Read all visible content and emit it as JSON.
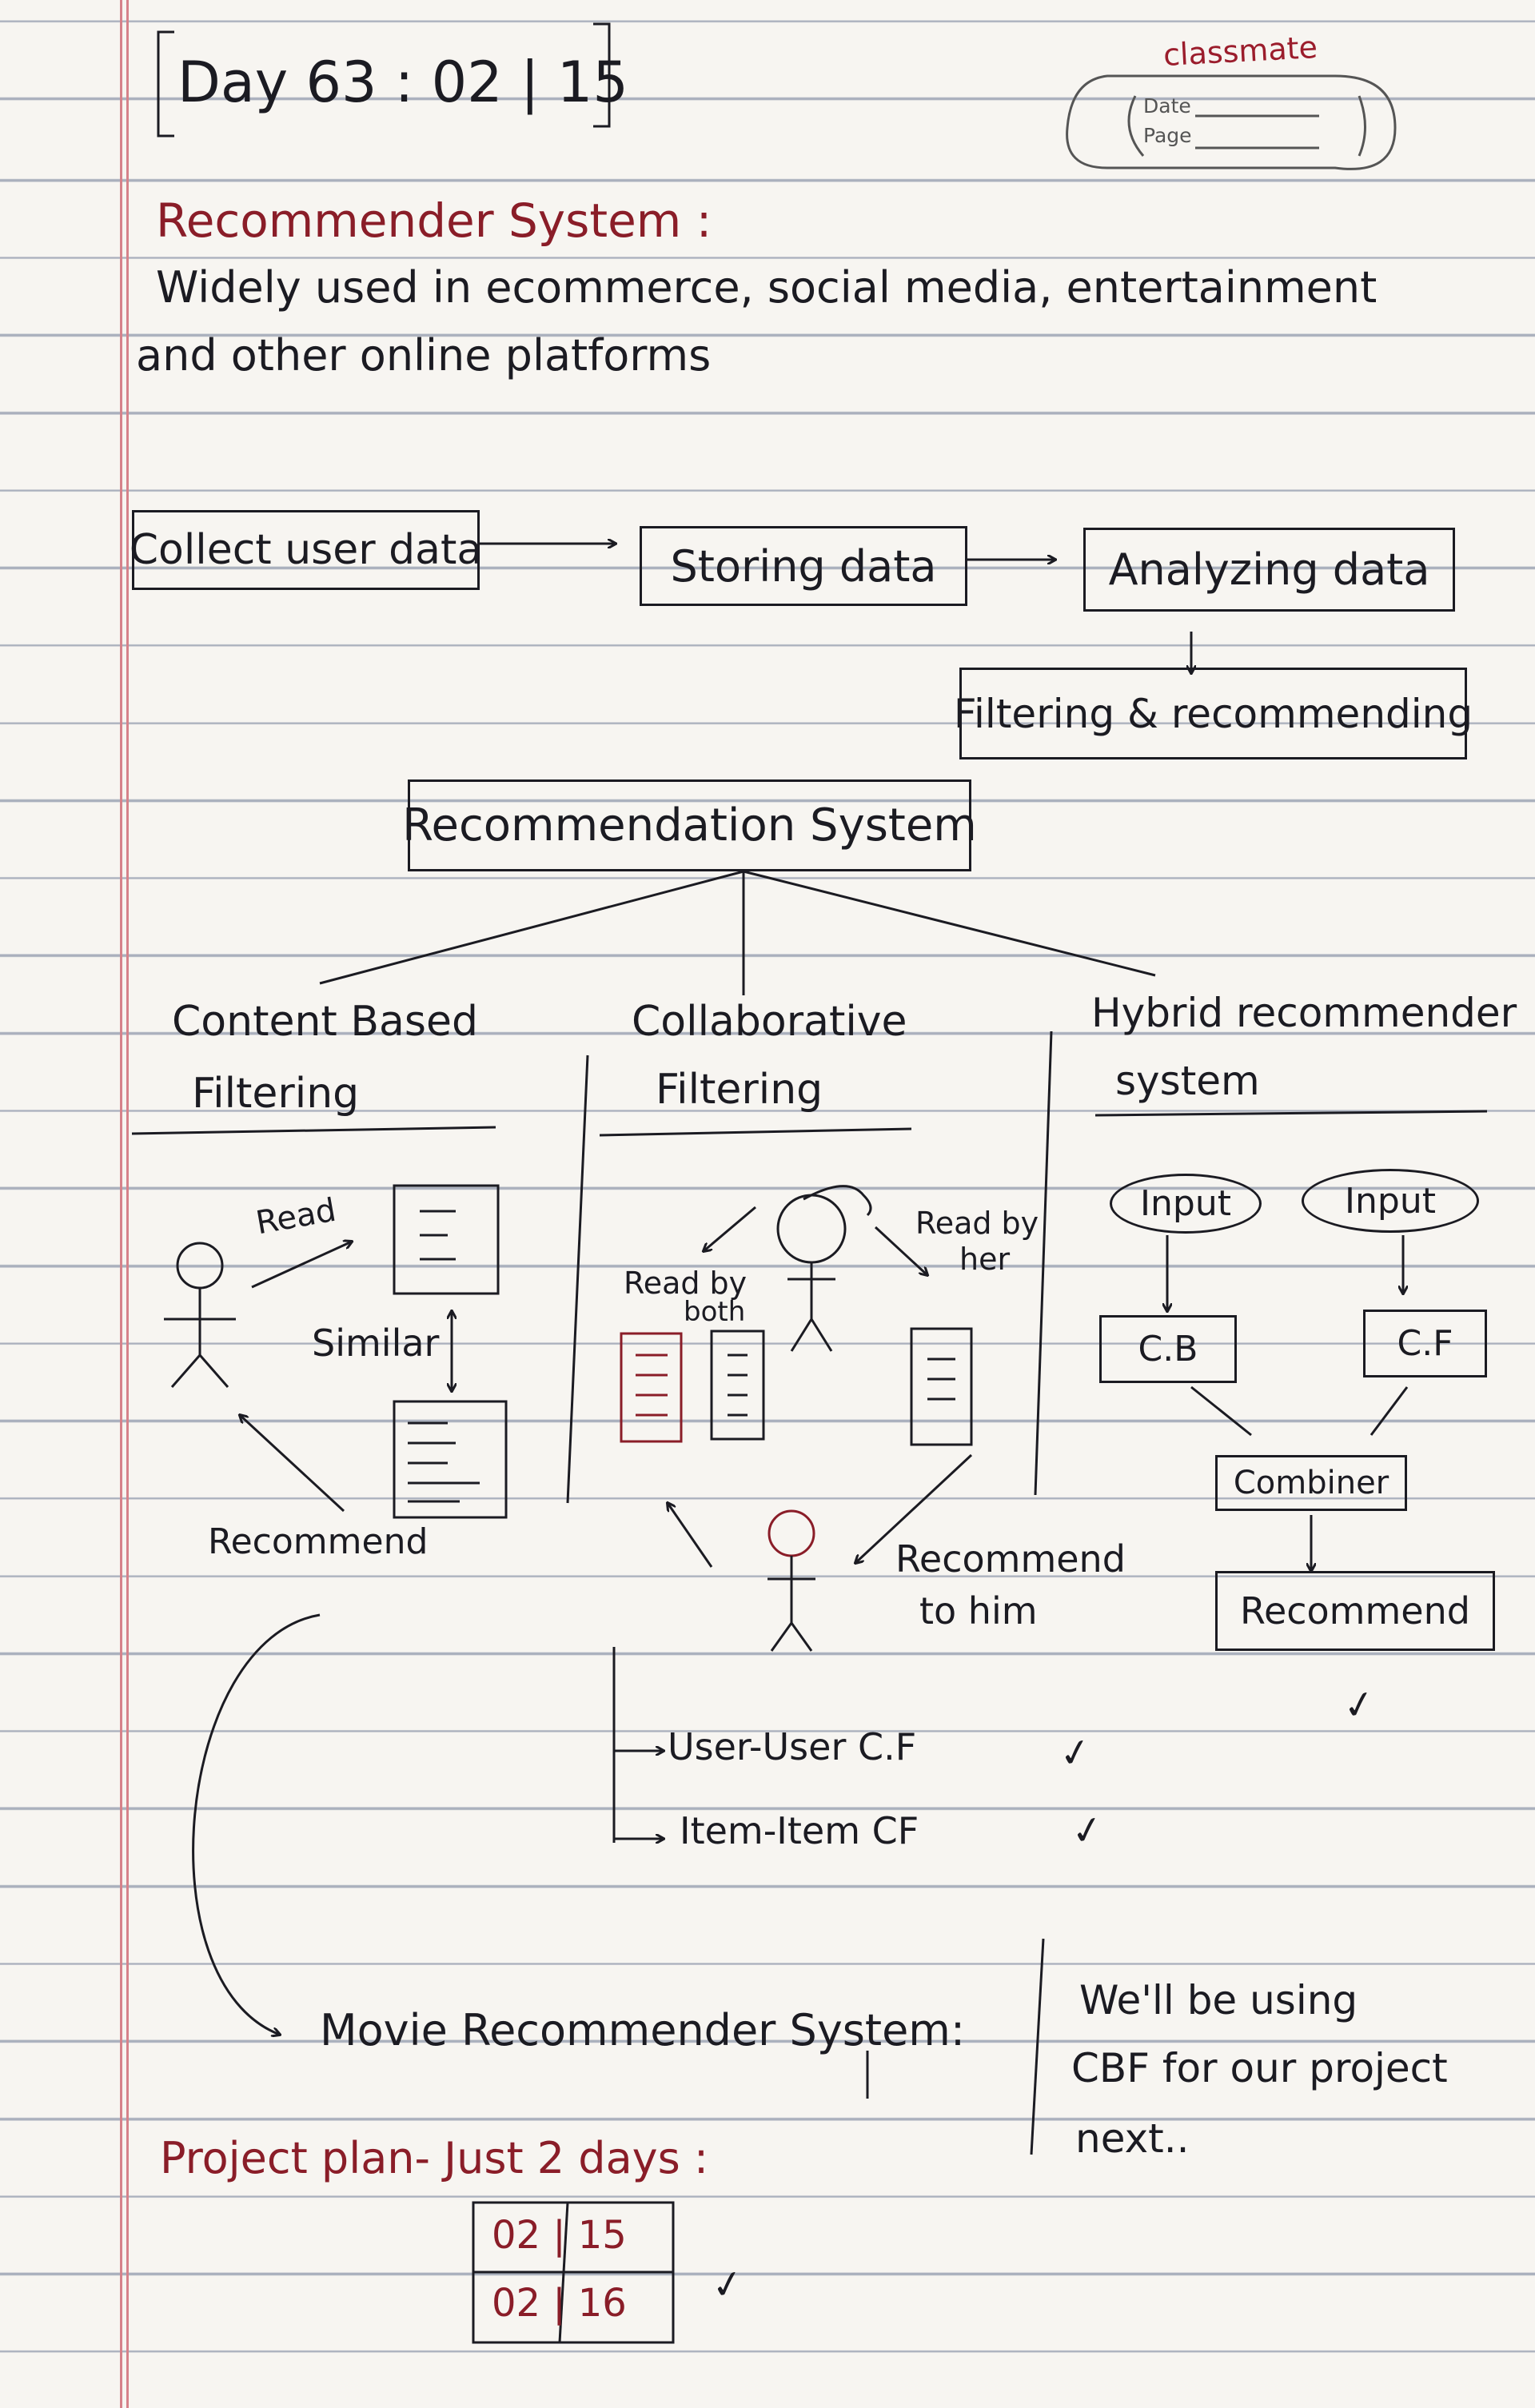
{
  "header": {
    "day_label": "Day 63 : 02 | 15",
    "stamp_brand": "classmate",
    "stamp_date_label": "Date",
    "stamp_page_label": "Page"
  },
  "intro": {
    "title": "Recommender System :",
    "line1": "Widely used in ecommerce, social media, entertainment",
    "line2": "and other online platforms"
  },
  "pipeline": {
    "step1": "Collect user data",
    "step2": "Storing data",
    "step3": "Analyzing data",
    "step4": "Filtering & recommending"
  },
  "tree": {
    "root": "Recommendation System",
    "branches": [
      {
        "line1": "Content Based",
        "line2": "Filtering"
      },
      {
        "line1": "Collaborative",
        "line2": "Filtering"
      },
      {
        "line1": "Hybrid recommender",
        "line2": "system"
      }
    ]
  },
  "content_based": {
    "read": "Read",
    "similar": "Similar",
    "recommend": "Recommend"
  },
  "collaborative": {
    "read_by_both_1": "Read by",
    "read_by_both_2": "both",
    "read_by_her_1": "Read by",
    "read_by_her_2": "her",
    "recommend_to_him_1": "Recommend",
    "recommend_to_him_2": "to him",
    "types": [
      "User-User C.F",
      "Item-Item CF"
    ]
  },
  "hybrid": {
    "input_1": "Input",
    "input_2": "Input",
    "cb": "C.B",
    "cf": "C.F",
    "combiner": "Combiner",
    "recommend": "Recommend"
  },
  "movie": {
    "label": "Movie Recommender System:",
    "note_line1": "We'll be using",
    "note_line2": "CBF for our project",
    "note_line3": "next.."
  },
  "plan": {
    "title": "Project plan- Just 2 days :",
    "dates": [
      "02 | 15",
      "02 | 16"
    ]
  }
}
